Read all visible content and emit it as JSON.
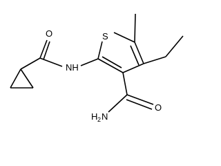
{
  "structure": {
    "atoms": {
      "sulfur": "S",
      "amide_nh": "NH",
      "carbonyl_o_left": "O",
      "carbonyl_o_right": "O",
      "amine_h": "H",
      "amine_sub": "2",
      "amine_n": "N"
    },
    "colors": {
      "bond": "#000000",
      "text": "#000000",
      "background": "#ffffff"
    }
  }
}
